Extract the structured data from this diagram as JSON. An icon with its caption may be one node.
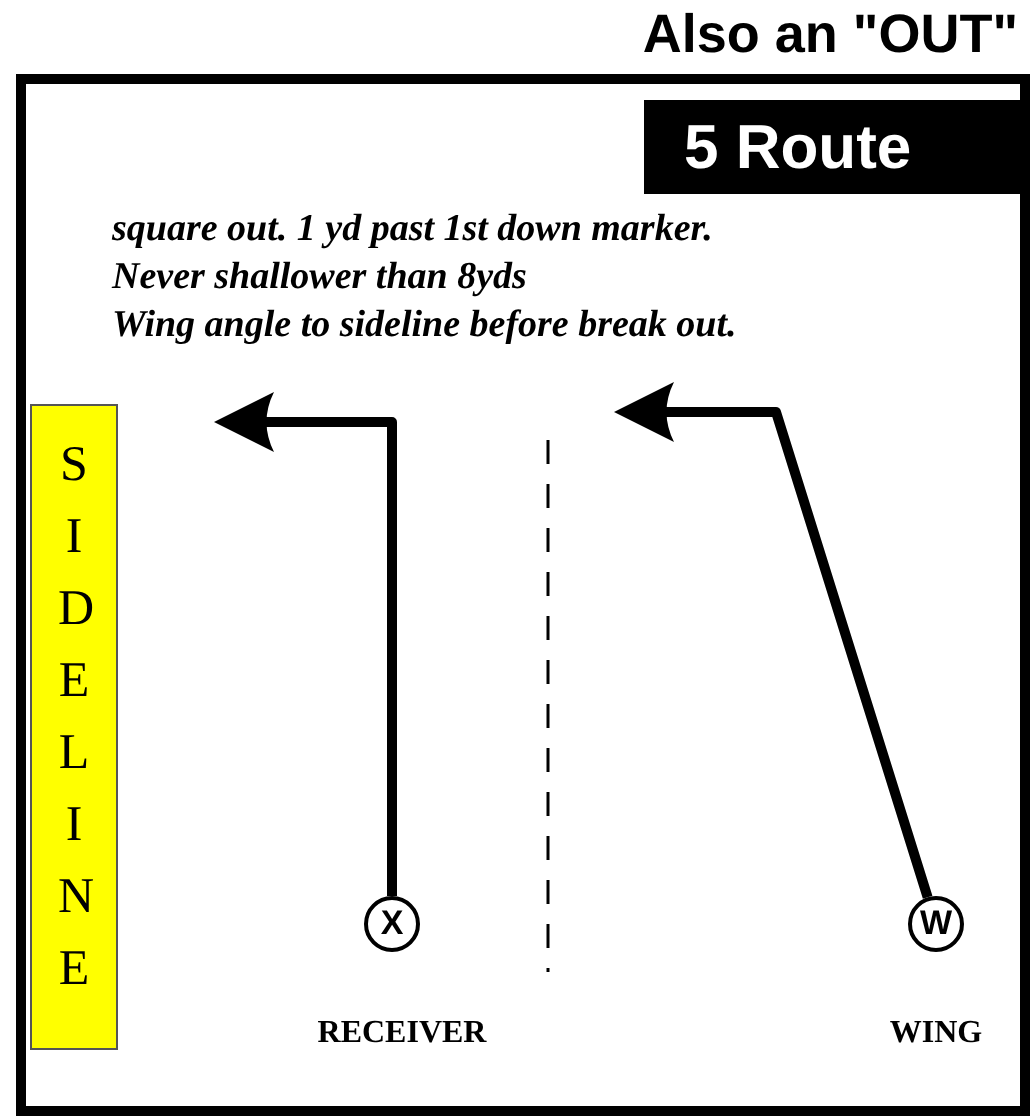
{
  "diagram": {
    "title": "Also an \"OUT\"",
    "nodes": [
      {
        "text": [
          "5 Route"
        ]
      },
      {
        "text": [
          "SIDELINE"
        ]
      },
      {
        "text": [
          "X"
        ],
        "beside": [
          "RECEIVER"
        ]
      },
      {
        "text": [
          "W"
        ],
        "beside": [
          "WING"
        ]
      }
    ],
    "edges": [
      {
        "from": 2,
        "to": null,
        "arrow": "to"
      },
      {
        "from": 3,
        "to": null,
        "arrow": "to"
      }
    ],
    "labels": [
      "square out. 1 yd past 1st down marker.",
      "Never shallower than 8yds",
      "Wing angle to sideline before break out."
    ]
  }
}
